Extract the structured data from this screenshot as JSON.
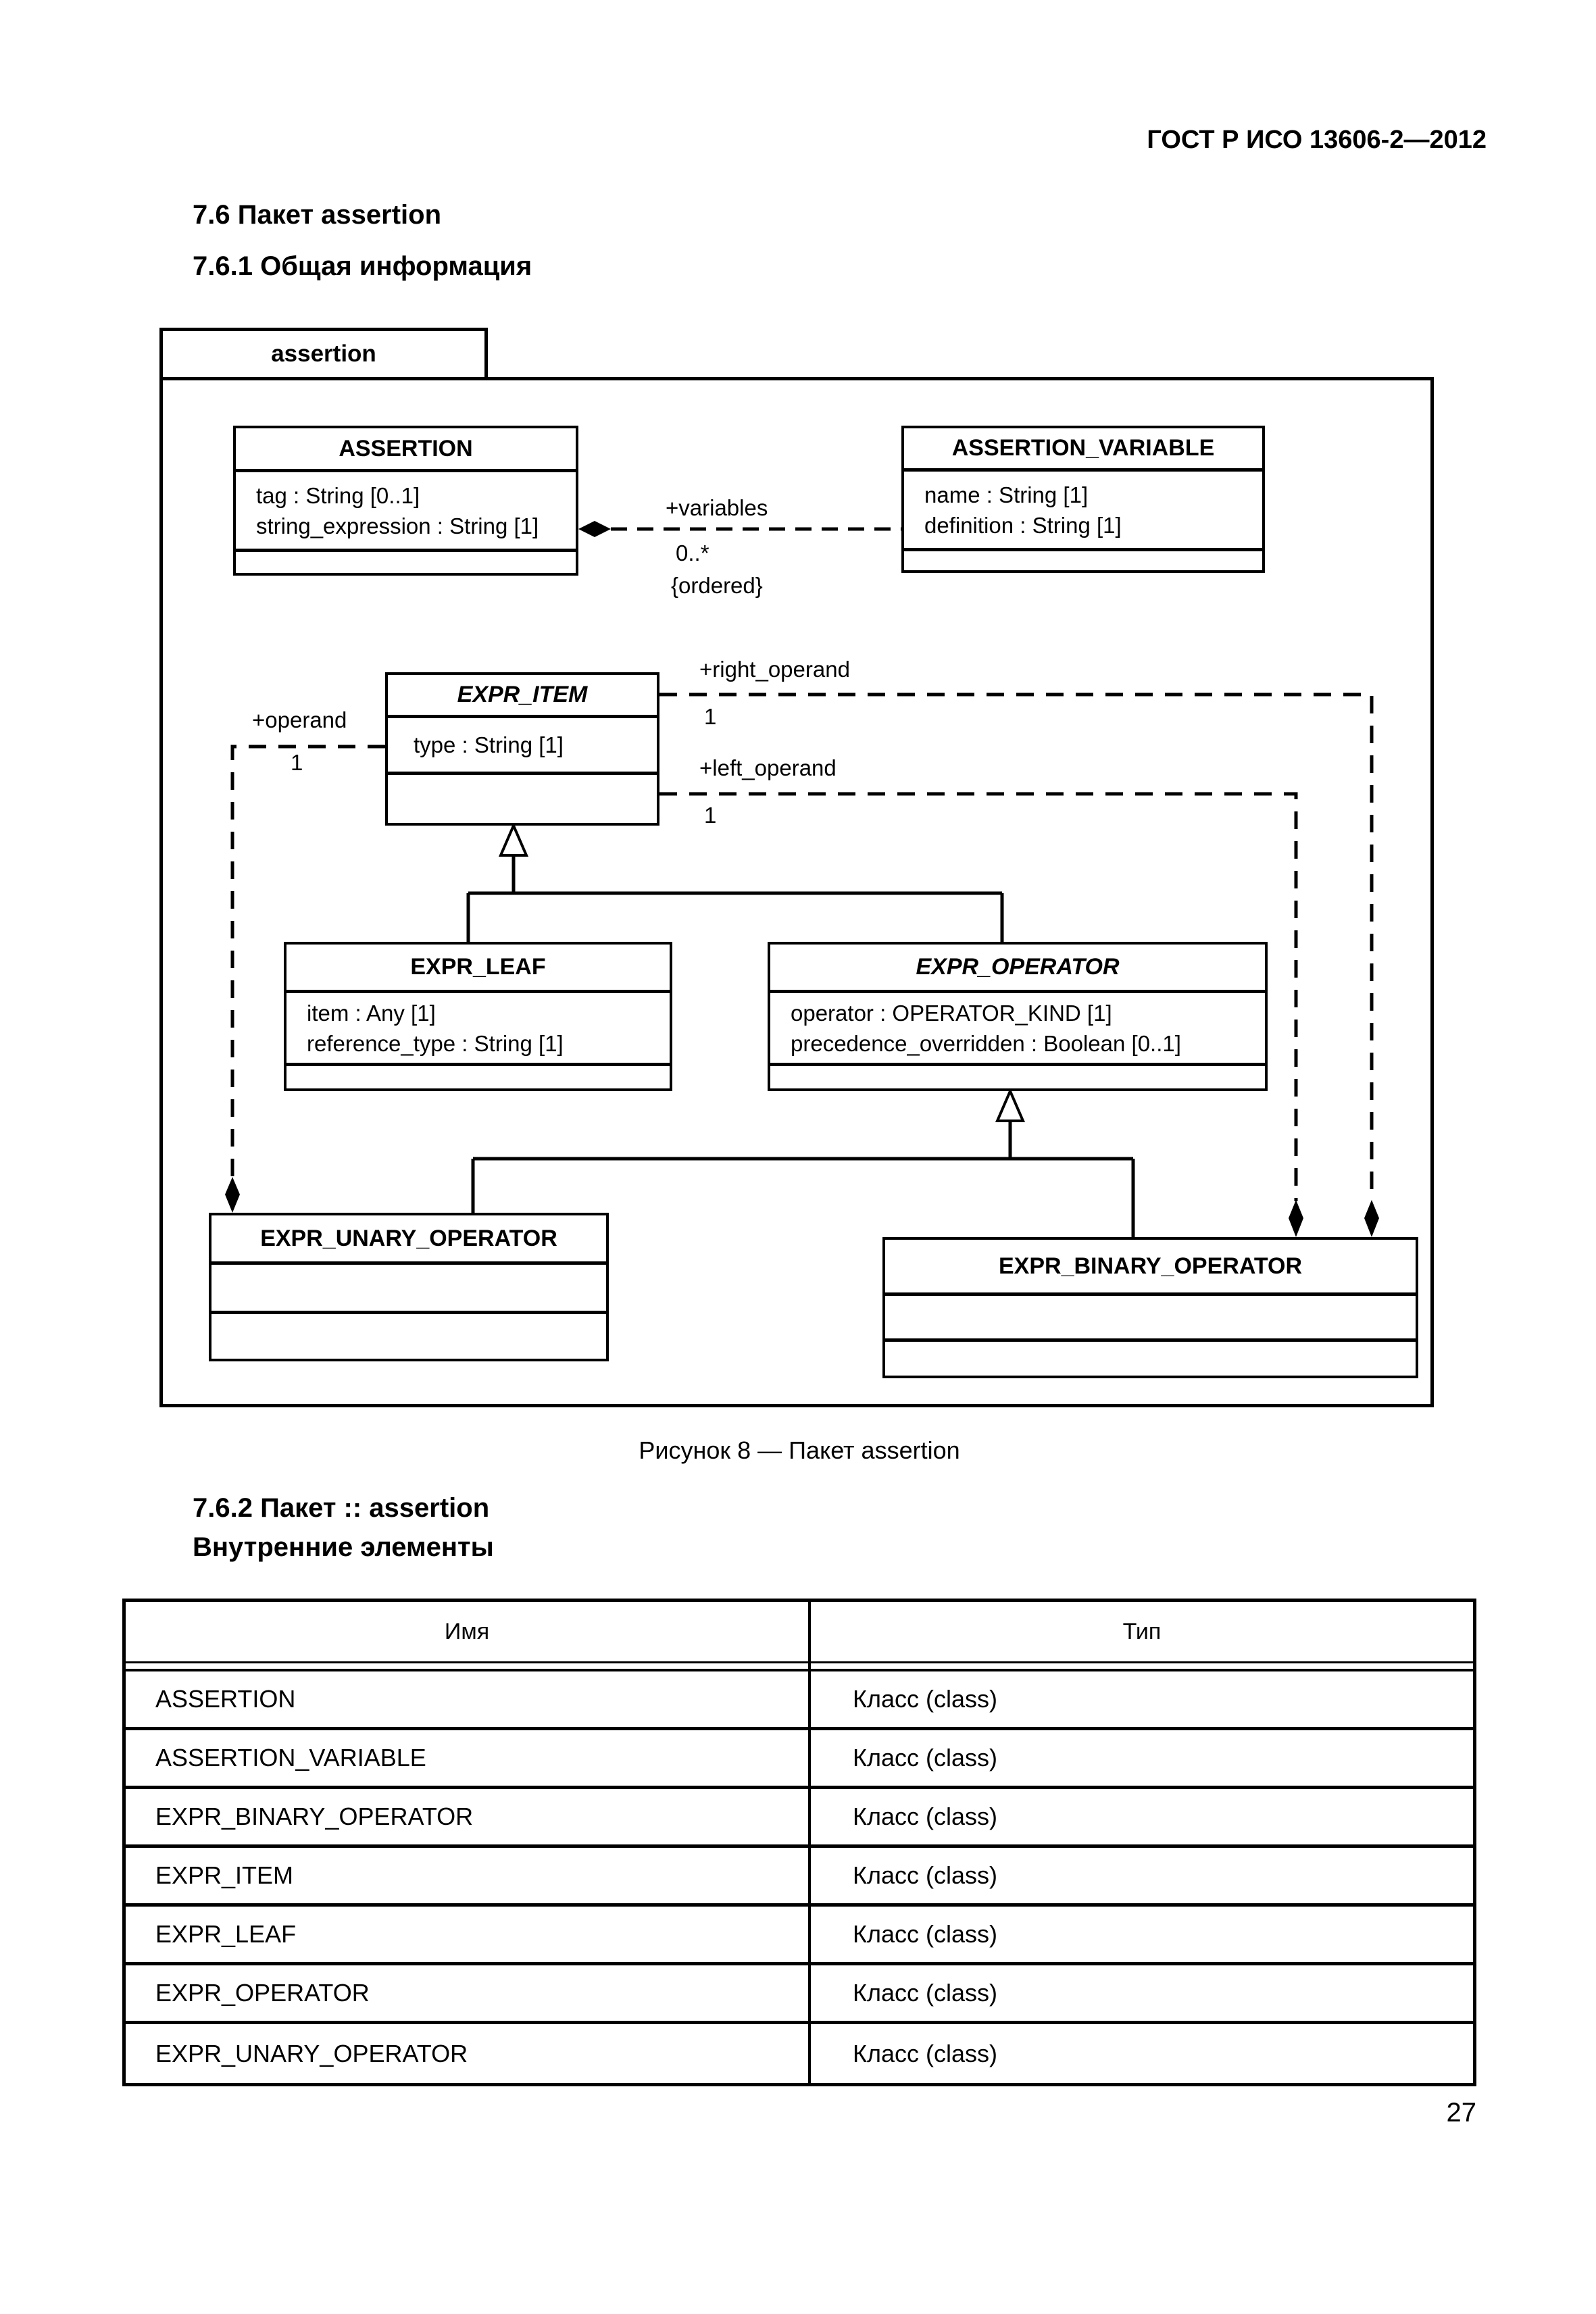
{
  "page": {
    "header": "ГОСТ Р ИСО 13606-2—2012",
    "page_number": "27"
  },
  "sections": {
    "s76": "7.6 Пакет assertion",
    "s761": "7.6.1 Общая информация",
    "s762_line1": "7.6.2 Пакет :: assertion",
    "s762_line2": "Внутренние элементы"
  },
  "figure": {
    "package_tab": "assertion",
    "caption": "Рисунок 8 — Пакет assertion",
    "classes": [
      {
        "name": "ASSERTION",
        "abstract": false,
        "attributes": [
          "tag : String [0..1]",
          "string_expression : String [1]"
        ]
      },
      {
        "name": "ASSERTION_VARIABLE",
        "abstract": false,
        "attributes": [
          "name : String [1]",
          "definition : String [1]"
        ]
      },
      {
        "name": "EXPR_ITEM",
        "abstract": true,
        "attributes": [
          "type : String [1]"
        ]
      },
      {
        "name": "EXPR_LEAF",
        "abstract": false,
        "attributes": [
          "item : Any [1]",
          "reference_type : String [1]"
        ]
      },
      {
        "name": "EXPR_OPERATOR",
        "abstract": true,
        "attributes": [
          "operator : OPERATOR_KIND [1]",
          "precedence_overridden : Boolean [0..1]"
        ]
      },
      {
        "name": "EXPR_UNARY_OPERATOR",
        "abstract": false,
        "attributes": []
      },
      {
        "name": "EXPR_BINARY_OPERATOR",
        "abstract": false,
        "attributes": []
      }
    ],
    "labels": {
      "variables": "+variables",
      "variables_mult": "0..*",
      "variables_ordered": "{ordered}",
      "right_operand": "+right_operand",
      "right_operand_mult": "1",
      "left_operand": "+left_operand",
      "left_operand_mult": "1",
      "operand": "+operand",
      "operand_mult": "1"
    }
  },
  "table": {
    "headers": [
      "Имя",
      "Тип"
    ],
    "rows": [
      [
        "ASSERTION",
        "Класс (class)"
      ],
      [
        "ASSERTION_VARIABLE",
        "Класс (class)"
      ],
      [
        "EXPR_BINARY_OPERATOR",
        "Класс (class)"
      ],
      [
        "EXPR_ITEM",
        "Класс (class)"
      ],
      [
        "EXPR_LEAF",
        "Класс (class)"
      ],
      [
        "EXPR_OPERATOR",
        "Класс (class)"
      ],
      [
        "EXPR_UNARY_OPERATOR",
        "Класс (class)"
      ]
    ]
  }
}
